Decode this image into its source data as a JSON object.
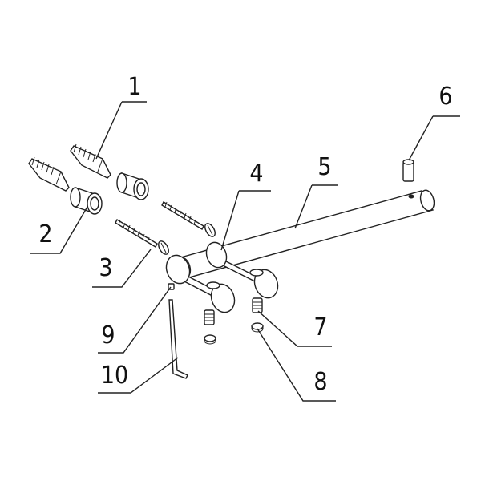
{
  "diagram": {
    "callouts": {
      "c1": "1",
      "c2": "2",
      "c3": "3",
      "c4": "4",
      "c5": "5",
      "c6": "6",
      "c7": "7",
      "c8": "8",
      "c9": "9",
      "c10": "10"
    }
  }
}
